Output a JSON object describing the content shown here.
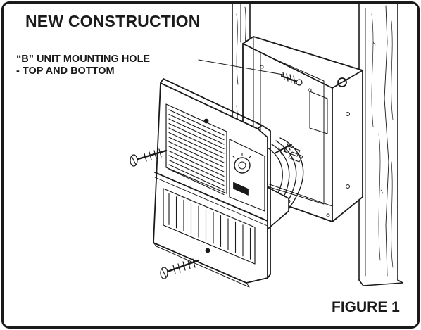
{
  "figure": {
    "title": "NEW CONSTRUCTION",
    "callout_line1": "“B” UNIT MOUNTING HOLE",
    "callout_line2": "- TOP AND BOTTOM",
    "figure_label": "FIGURE 1",
    "stroke_color": "#1a1a1a",
    "background_color": "#ffffff"
  }
}
